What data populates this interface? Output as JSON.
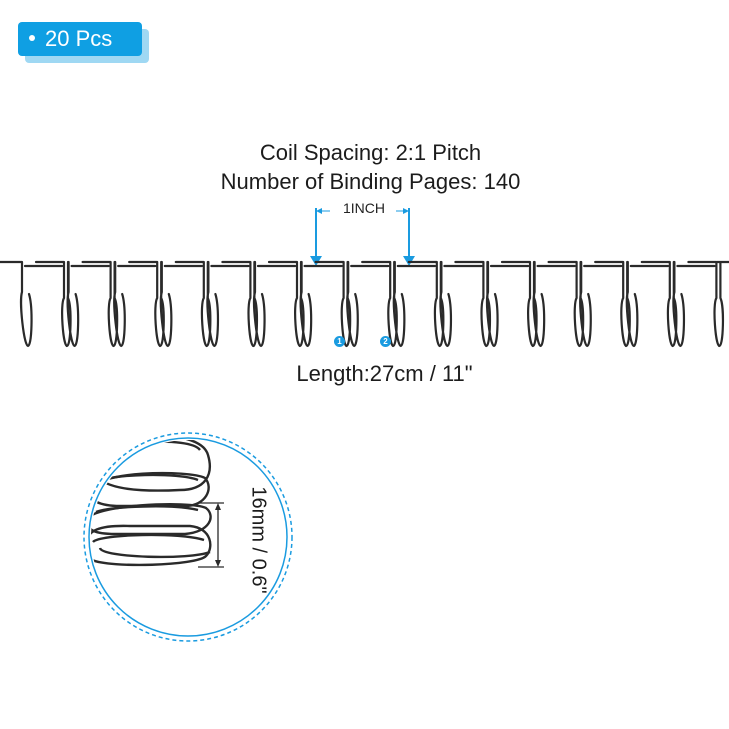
{
  "badge": {
    "text": "20 Pcs",
    "color": "#0f9fe3"
  },
  "specs": {
    "coil_spacing": "Coil Spacing: 2:1 Pitch",
    "binding_pages": "Number of Binding Pages: 140",
    "pitch_label": "1INCH",
    "length": "Length:27cm / 11\"",
    "diameter": "16mm / 0.6\"",
    "marker_1": "1",
    "marker_2": "2"
  },
  "colors": {
    "accent": "#1a9be0",
    "wire": "#2a2a2a"
  },
  "coil": {
    "loop_count": 15
  },
  "icons": [
    "badge-dot-icon",
    "pitch-arrow-icon",
    "dimension-bracket-icon"
  ]
}
